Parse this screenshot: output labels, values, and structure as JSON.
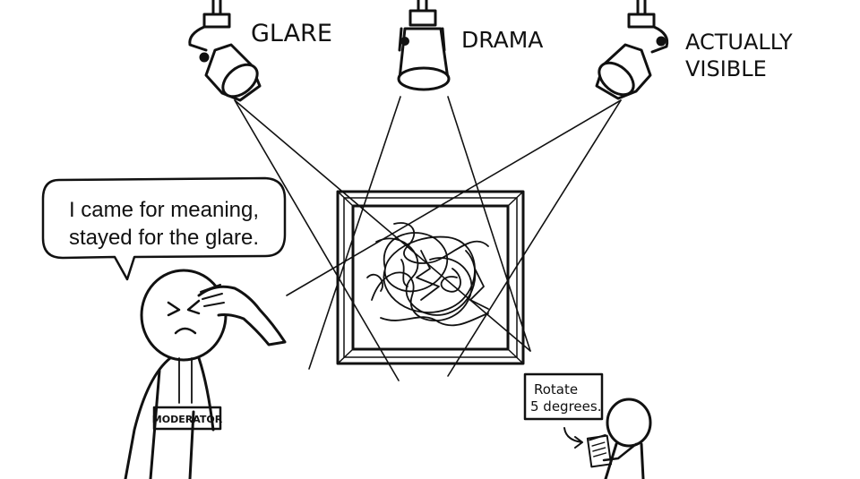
{
  "lights": {
    "left_label": "GLARE",
    "center_label": "DRAMA",
    "right_label_line1": "ACTUALLY",
    "right_label_line2": "VISIBLE"
  },
  "speech_bubble": {
    "line1": "I came for meaning,",
    "line2": "stayed for the glare."
  },
  "moderator": {
    "badge_text": "MODERATOR"
  },
  "sign": {
    "line1": "Rotate",
    "line2": "5 degrees."
  },
  "colors": {
    "ink": "#111111",
    "background": "#ffffff"
  },
  "icons": [
    "spotlight-icon",
    "painting",
    "notepad-icon",
    "arrow-icon"
  ]
}
